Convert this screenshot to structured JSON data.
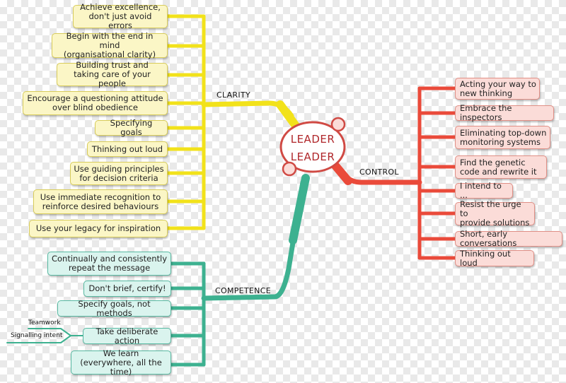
{
  "center": {
    "line1": "LEADER",
    "line2": "LEADER"
  },
  "branches": {
    "clarity": {
      "label": "CLARITY",
      "color": "#f2e21a",
      "items": [
        "Achieve excellence,\ndon't just avoid errors",
        "Begin with the end in mind\n(organisational clarity)",
        "Building trust and\ntaking care of your people",
        "Encourage a questioning attitude\nover blind obedience",
        "Specifying goals",
        "Thinking out loud",
        "Use guiding principles\nfor decision criteria",
        "Use immediate recognition  to\nreinforce desired behaviours",
        "Use your legacy for inspiration"
      ]
    },
    "control": {
      "label": "CONTROL",
      "color": "#ea4a3a",
      "items": [
        "Acting your way to\nnew thinking",
        "Embrace the inspectors",
        "Eliminating top-down\nmonitoring systems",
        "Find the genetic\ncode and rewrite it",
        "I intend to ...",
        "Resist the urge to\nprovide solutions",
        "Short, early conversations",
        "Thinking out loud"
      ]
    },
    "competence": {
      "label": "COMPETENCE",
      "color": "#3db190",
      "items": [
        "Continually and consistently\nrepeat the message",
        "Don't brief, certify!",
        "Specify goals, not methods",
        "Take deliberate action",
        "We learn\n(everywhere, all the time)"
      ],
      "sub_labels": [
        "Teamwork",
        "Signalling intent"
      ]
    }
  }
}
